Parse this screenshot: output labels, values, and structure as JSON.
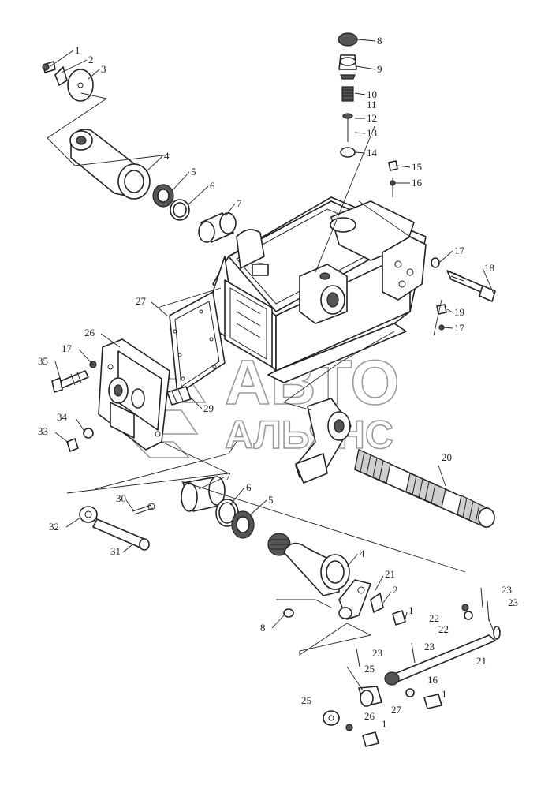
{
  "watermark": {
    "line1": "АВТО",
    "line2": "АЛЬЯНС"
  },
  "callouts": [
    {
      "id": "c1a",
      "label": "1"
    },
    {
      "id": "c2a",
      "label": "2"
    },
    {
      "id": "c3a",
      "label": "3"
    },
    {
      "id": "c4a",
      "label": "4"
    },
    {
      "id": "c5a",
      "label": "5"
    },
    {
      "id": "c6a",
      "label": "6"
    },
    {
      "id": "c7a",
      "label": "7"
    },
    {
      "id": "c8",
      "label": "8"
    },
    {
      "id": "c9",
      "label": "9"
    },
    {
      "id": "c10",
      "label": "10"
    },
    {
      "id": "c11",
      "label": "11"
    },
    {
      "id": "c12",
      "label": "12"
    },
    {
      "id": "c13",
      "label": "13"
    },
    {
      "id": "c14",
      "label": "14"
    },
    {
      "id": "c15a",
      "label": "15"
    },
    {
      "id": "c16a",
      "label": "16"
    },
    {
      "id": "c17a",
      "label": "17"
    },
    {
      "id": "c18",
      "label": "18"
    },
    {
      "id": "c19",
      "label": "19"
    },
    {
      "id": "c17b",
      "label": "17"
    },
    {
      "id": "c27a",
      "label": "27"
    },
    {
      "id": "c26a",
      "label": "26"
    },
    {
      "id": "c17c",
      "label": "17"
    },
    {
      "id": "c35",
      "label": "35"
    },
    {
      "id": "c34",
      "label": "34"
    },
    {
      "id": "c33",
      "label": "33"
    },
    {
      "id": "c29",
      "label": "29"
    },
    {
      "id": "c20",
      "label": "20"
    },
    {
      "id": "c7b",
      "label": "7"
    },
    {
      "id": "c6b",
      "label": "6"
    },
    {
      "id": "c5b",
      "label": "5"
    },
    {
      "id": "c30",
      "label": "30"
    },
    {
      "id": "c32",
      "label": "32"
    },
    {
      "id": "c31",
      "label": "31"
    },
    {
      "id": "c4b",
      "label": "4"
    },
    {
      "id": "c21a",
      "label": "21"
    },
    {
      "id": "c2b",
      "label": "2"
    },
    {
      "id": "c1b",
      "label": "1"
    },
    {
      "id": "c8b",
      "label": "8"
    },
    {
      "id": "c23a",
      "label": "23"
    },
    {
      "id": "c23b",
      "label": "23"
    },
    {
      "id": "c22a",
      "label": "22"
    },
    {
      "id": "c22b",
      "label": "22"
    },
    {
      "id": "c23c",
      "label": "23"
    },
    {
      "id": "c21b",
      "label": "21"
    },
    {
      "id": "c23d",
      "label": "23"
    },
    {
      "id": "c25a",
      "label": "25"
    },
    {
      "id": "c16b",
      "label": "16"
    },
    {
      "id": "c1c",
      "label": "1"
    },
    {
      "id": "c25b",
      "label": "25"
    },
    {
      "id": "c27b",
      "label": "27"
    },
    {
      "id": "c26b",
      "label": "26"
    },
    {
      "id": "c1d",
      "label": "1"
    }
  ]
}
